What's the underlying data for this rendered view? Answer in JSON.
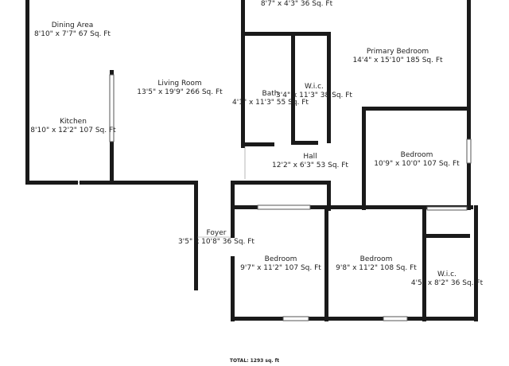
{
  "rooms": {
    "dining": {
      "name": "Dining Area",
      "dims": "8'10\" x 7'7\" 67 Sq. Ft"
    },
    "closet_top": {
      "dims": "8'7\" x 4'3\" 36 Sq. Ft"
    },
    "primary_bedroom": {
      "name": "Primary Bedroom",
      "dims": "14'4\" x 15'10\" 185 Sq. Ft"
    },
    "living": {
      "name": "Living Room",
      "dims": "13'5\" x 19'9\" 266 Sq. Ft"
    },
    "bath": {
      "name": "Bath",
      "dims": "4'1\" x 11'3\" 55 Sq. Ft"
    },
    "wic1": {
      "name": "W.i.c.",
      "dims": "3'4\" x 11'3\" 38 Sq. Ft"
    },
    "kitchen": {
      "name": "Kitchen",
      "dims": "8'10\" x 12'2\" 107 Sq. Ft"
    },
    "hall": {
      "name": "Hall",
      "dims": "12'2\" x 6'3\" 53 Sq. Ft"
    },
    "bedroom_right": {
      "name": "Bedroom",
      "dims": "10'9\" x 10'0\" 107 Sq. Ft"
    },
    "foyer": {
      "name": "Foyer",
      "dims": "3'5\" x 10'8\" 36 Sq. Ft"
    },
    "bedroom_mid": {
      "name": "Bedroom",
      "dims": "9'7\" x 11'2\" 107 Sq. Ft"
    },
    "bedroom_mid2": {
      "name": "Bedroom",
      "dims": "9'8\" x 11'2\" 108 Sq. Ft"
    },
    "wic2": {
      "name": "W.i.c.",
      "dims": "4'5\" x 8'2\" 36 Sq. Ft"
    }
  },
  "total": "TOTAL: 1293 sq. ft"
}
